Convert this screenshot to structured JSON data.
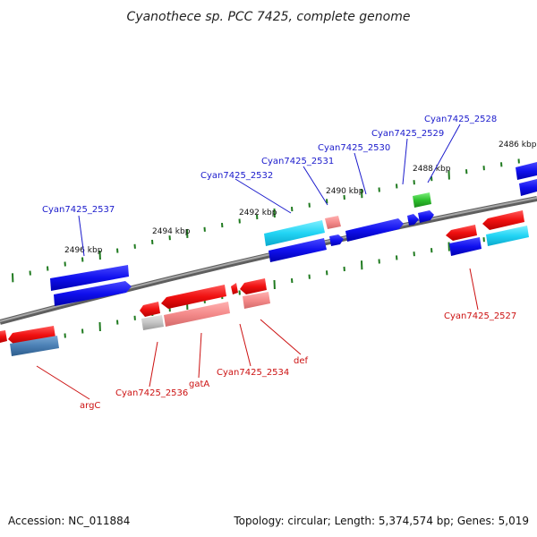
{
  "title": "Cyanothece sp. PCC 7425, complete genome",
  "footer": {
    "accession": "Accession: NC_011884",
    "summary": "Topology: circular; Length: 5,374,574 bp; Genes: 5,019"
  },
  "colors": {
    "backbone": "#7f7f7f",
    "forward_label": "#1a1acc",
    "reverse_label": "#cc1111",
    "tick": "#1f7a1f"
  },
  "kbp_labels": [
    {
      "id": "2486",
      "text": "2486 kbp"
    },
    {
      "id": "2488",
      "text": "2488 kbp"
    },
    {
      "id": "2490",
      "text": "2490 kbp"
    },
    {
      "id": "2492",
      "text": "2492 kbp"
    },
    {
      "id": "2494",
      "text": "2494 kbp"
    },
    {
      "id": "2496",
      "text": "2496 kbp"
    }
  ],
  "forward_genes": [
    {
      "id": "2528",
      "label": "Cyan7425_2528"
    },
    {
      "id": "2529",
      "label": "Cyan7425_2529"
    },
    {
      "id": "2530",
      "label": "Cyan7425_2530"
    },
    {
      "id": "2531",
      "label": "Cyan7425_2531"
    },
    {
      "id": "2532",
      "label": "Cyan7425_2532"
    },
    {
      "id": "2537",
      "label": "Cyan7425_2537"
    }
  ],
  "reverse_genes": [
    {
      "id": "2527",
      "label": "Cyan7425_2527"
    },
    {
      "id": "def",
      "label": "def"
    },
    {
      "id": "2534",
      "label": "Cyan7425_2534"
    },
    {
      "id": "gatA",
      "label": "gatA"
    },
    {
      "id": "2536",
      "label": "Cyan7425_2536"
    },
    {
      "id": "argC",
      "label": "argC"
    }
  ]
}
